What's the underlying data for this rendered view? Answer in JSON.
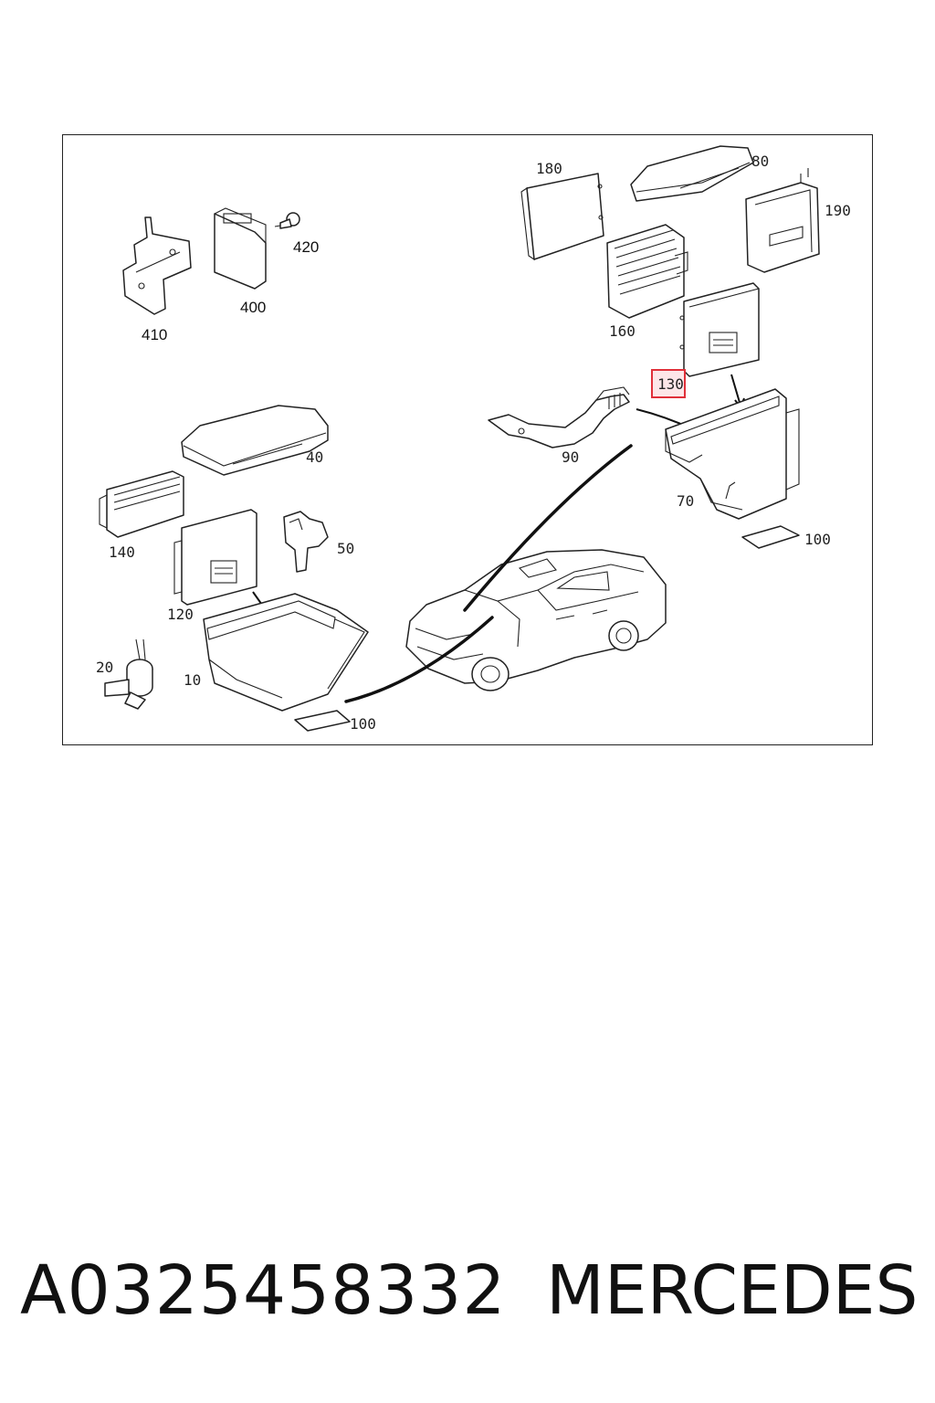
{
  "diagram": {
    "callouts": {
      "c180": "180",
      "c80": "80",
      "c190": "190",
      "c160": "160",
      "c130": "130",
      "c90": "90",
      "c70": "70",
      "c100a": "100",
      "c410": "410",
      "c400": "400",
      "c420": "420",
      "c40": "40",
      "c140": "140",
      "c50": "50",
      "c120": "120",
      "c20": "20",
      "c10": "10",
      "c100b": "100"
    },
    "highlight_color": "#e0303a"
  },
  "footer": {
    "part_number": "A0325458332",
    "brand": "MERCEDES"
  }
}
